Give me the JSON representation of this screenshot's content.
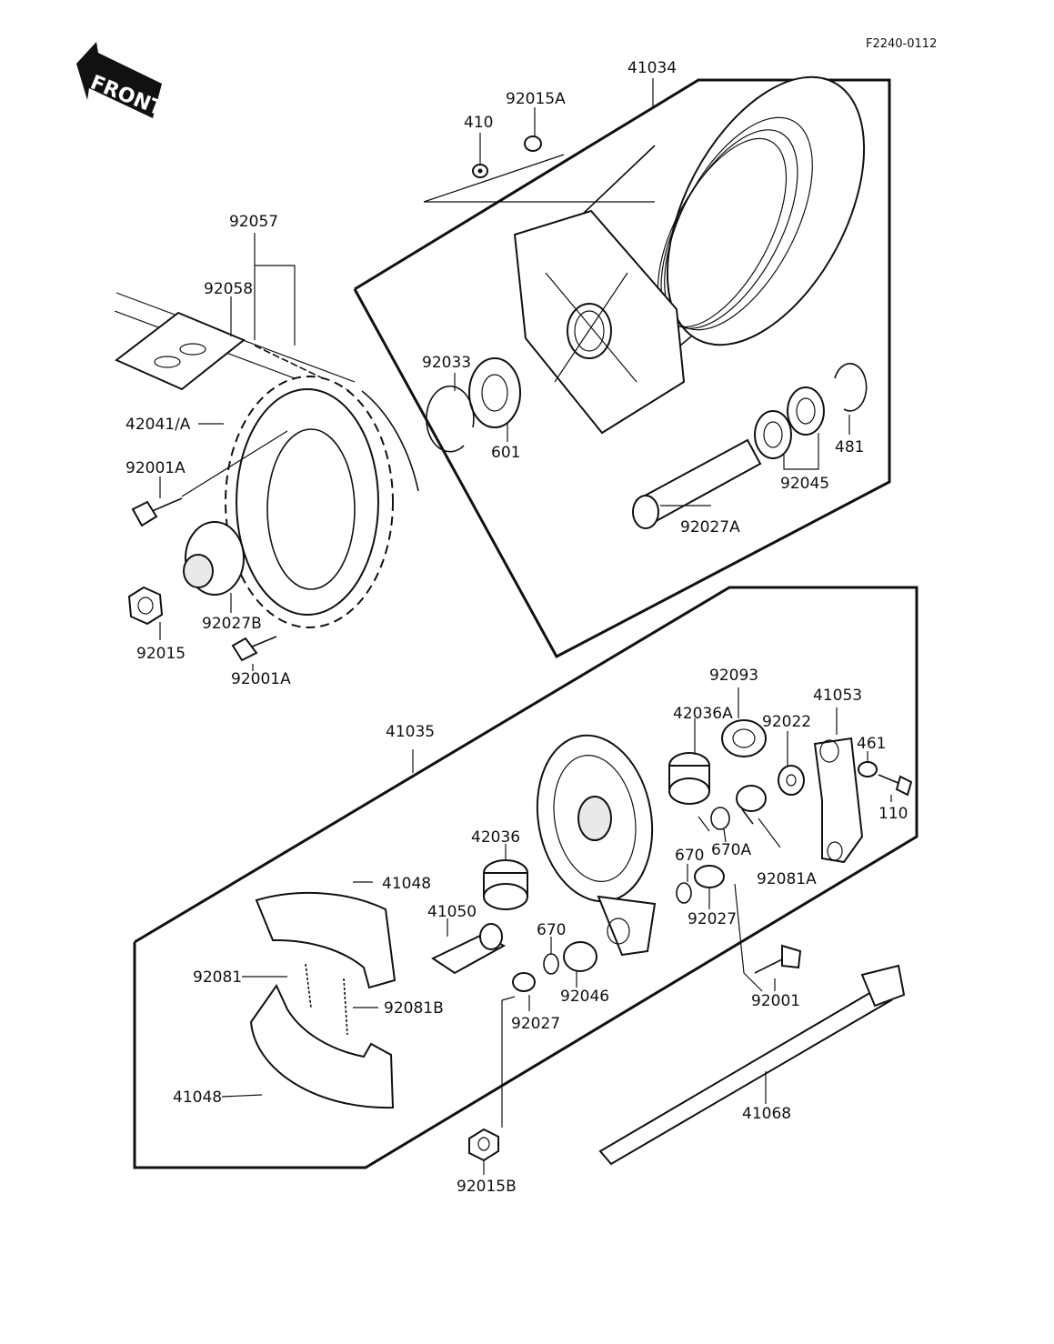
{
  "diagram_code": "F2240-0112",
  "front_label": "FRONT",
  "parts": {
    "p41034": "41034",
    "p92015A": "92015A",
    "p410": "410",
    "p92057": "92057",
    "p92058": "92058",
    "p92033": "92033",
    "p601": "601",
    "p481": "481",
    "p92045": "92045",
    "p92027A": "92027A",
    "p42041A": "42041/A",
    "p92001A_top": "92001A",
    "p92027B": "92027B",
    "p92015": "92015",
    "p92001A_bottom": "92001A",
    "p41035": "41035",
    "p92093": "92093",
    "p42036A": "42036A",
    "p92022": "92022",
    "p41053": "41053",
    "p461": "461",
    "p110": "110",
    "p42036": "42036",
    "p670A": "670A",
    "p670_right": "670",
    "p92081A": "92081A",
    "p41048_top": "41048",
    "p41050": "41050",
    "p670_mid": "670",
    "p92027_right": "92027",
    "p92081": "92081",
    "p92081B": "92081B",
    "p92046": "92046",
    "p92027_mid": "92027",
    "p92001": "92001",
    "p41048_bottom": "41048",
    "p41068": "41068",
    "p92015B": "92015B"
  }
}
